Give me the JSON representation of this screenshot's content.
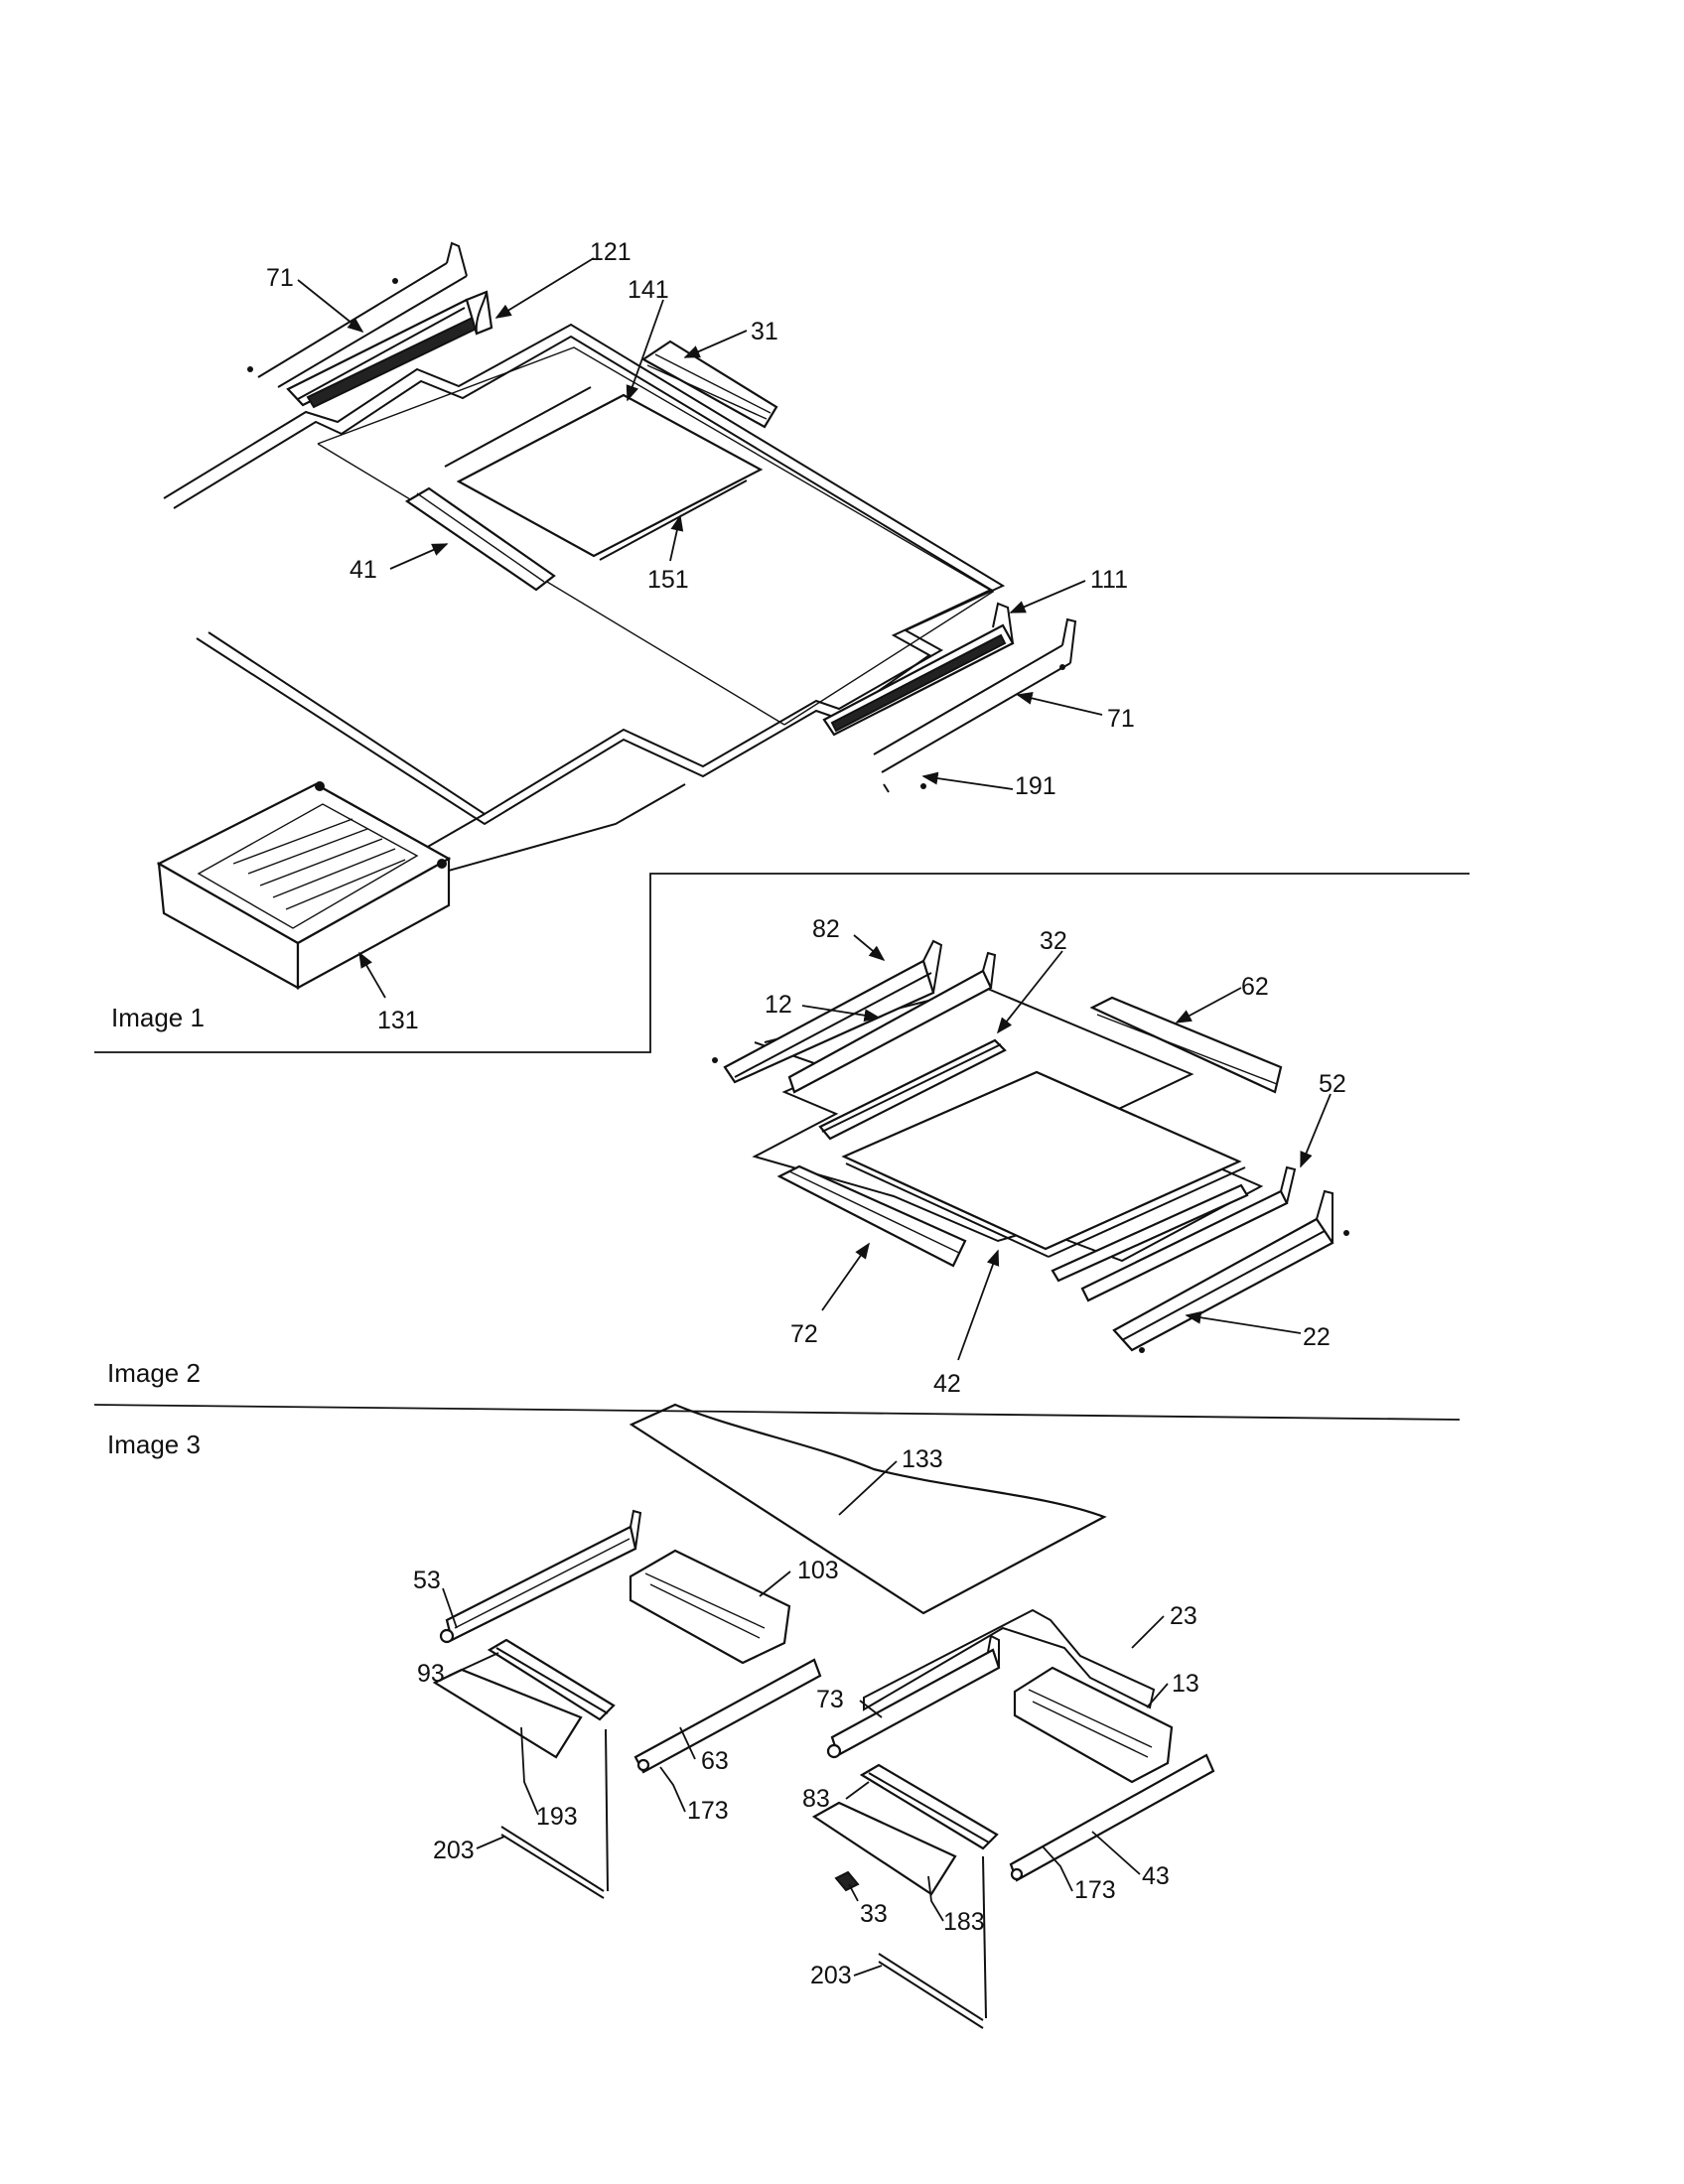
{
  "sections": [
    {
      "label": "Image 1"
    },
    {
      "label": "Image 2"
    },
    {
      "label": "Image 3"
    }
  ],
  "callouts": {
    "image1": [
      "71",
      "121",
      "141",
      "31",
      "41",
      "151",
      "111",
      "71",
      "191",
      "131"
    ],
    "image2": [
      "82",
      "32",
      "62",
      "12",
      "52",
      "72",
      "42",
      "22"
    ],
    "image3": [
      "133",
      "53",
      "103",
      "23",
      "93",
      "13",
      "73",
      "63",
      "193",
      "173",
      "83",
      "203",
      "43",
      "33",
      "183",
      "173",
      "203"
    ]
  }
}
